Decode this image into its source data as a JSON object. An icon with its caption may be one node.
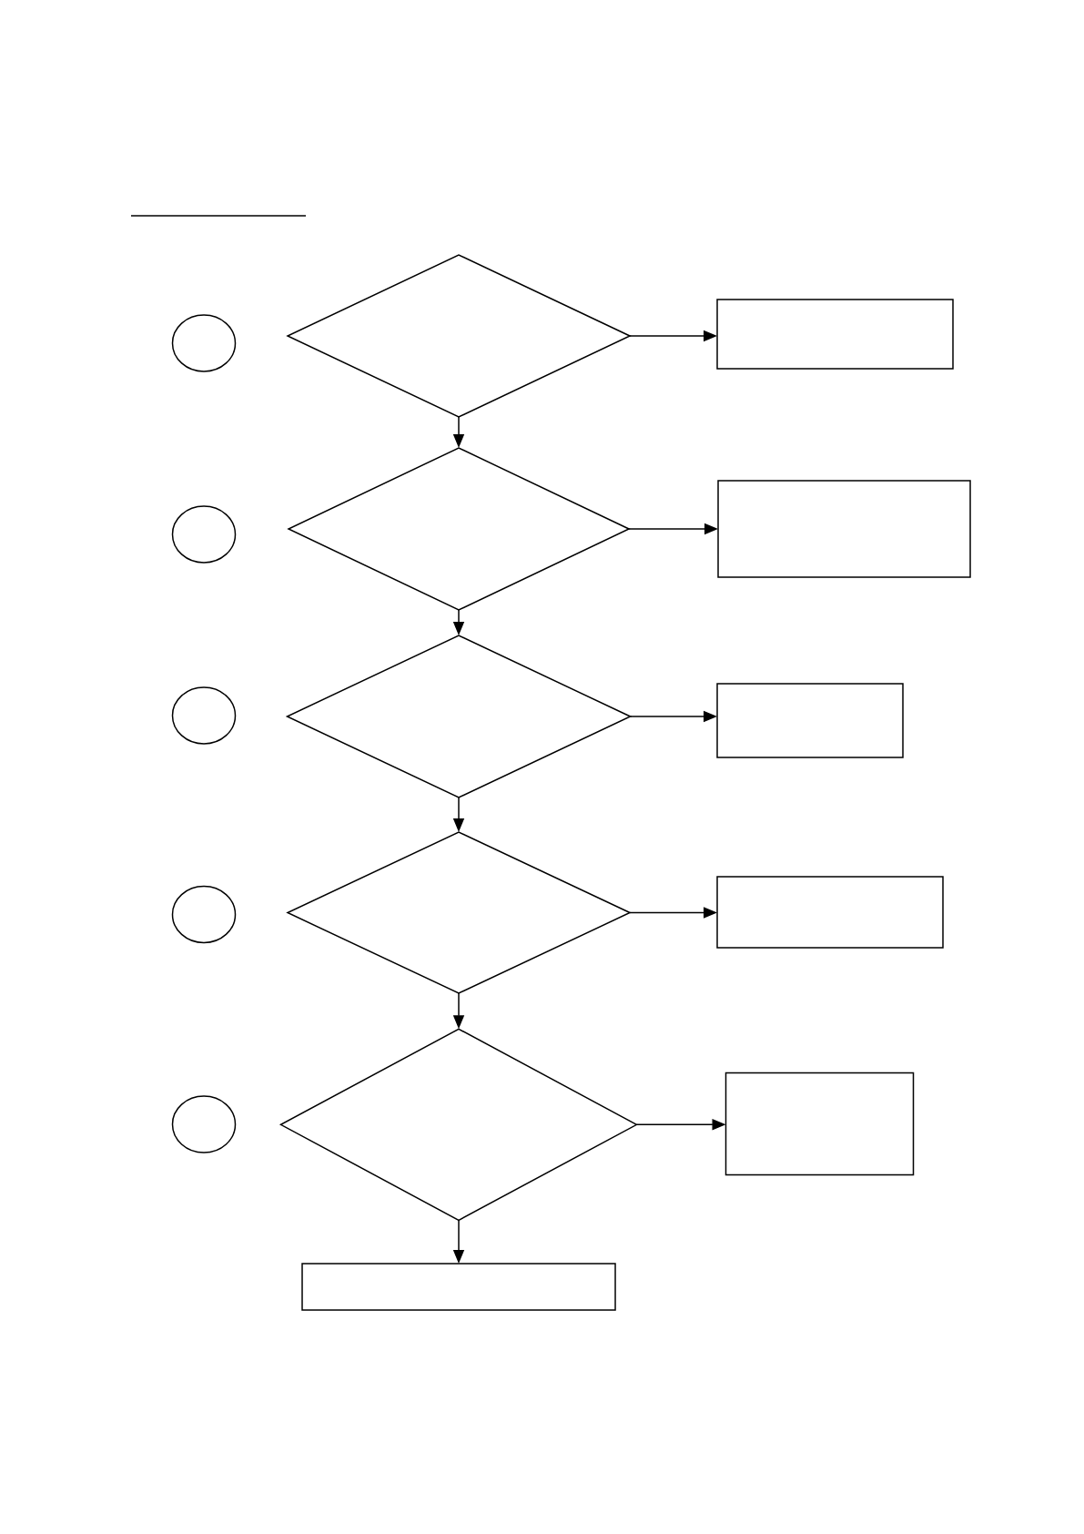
{
  "diagram": {
    "nodes": [
      {
        "text": [],
        "shape": "circle"
      },
      {
        "text": [],
        "shape": "diamond"
      },
      {
        "text": [],
        "shape": "box"
      },
      {
        "text": [],
        "shape": "circle"
      },
      {
        "text": [],
        "shape": "diamond"
      },
      {
        "text": [],
        "shape": "box"
      },
      {
        "text": [],
        "shape": "circle"
      },
      {
        "text": [],
        "shape": "diamond"
      },
      {
        "text": [],
        "shape": "box"
      },
      {
        "text": [],
        "shape": "circle"
      },
      {
        "text": [],
        "shape": "diamond"
      },
      {
        "text": [],
        "shape": "box"
      },
      {
        "text": [],
        "shape": "circle"
      },
      {
        "text": [],
        "shape": "diamond"
      },
      {
        "text": [],
        "shape": "box"
      },
      {
        "text": [],
        "shape": "box"
      }
    ],
    "edges": [
      {
        "from": 1,
        "to": 2,
        "arrow": "to"
      },
      {
        "from": 1,
        "to": 4,
        "arrow": "to"
      },
      {
        "from": 4,
        "to": 5,
        "arrow": "to"
      },
      {
        "from": 4,
        "to": 7,
        "arrow": "to"
      },
      {
        "from": 7,
        "to": 8,
        "arrow": "to"
      },
      {
        "from": 7,
        "to": 10,
        "arrow": "to"
      },
      {
        "from": 10,
        "to": 11,
        "arrow": "to"
      },
      {
        "from": 10,
        "to": 13,
        "arrow": "to"
      },
      {
        "from": 13,
        "to": 14,
        "arrow": "to"
      },
      {
        "from": 13,
        "to": 15,
        "arrow": "to"
      }
    ]
  }
}
